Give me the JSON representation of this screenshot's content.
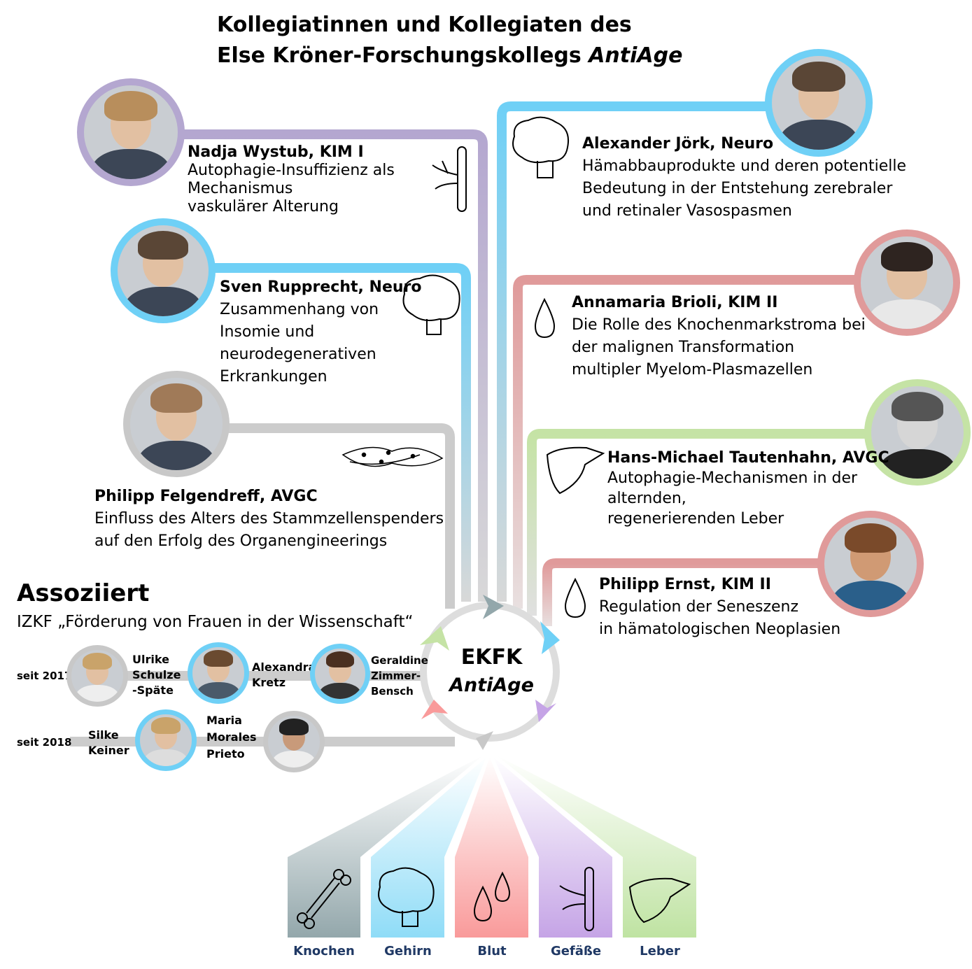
{
  "title": {
    "line1": "Kollegiatinnen und Kollegiaten des",
    "line2_prefix": "Else Kröner-Forschungskollegs ",
    "line2_italic": "AntiAge"
  },
  "colors": {
    "kim1": "#b4a7d0",
    "neuro": "#6fd0f6",
    "avgc": "#c8c8c8",
    "kim2": "#e09a9a",
    "liver": "#c5e3a5",
    "knochen": "#93a7ab",
    "gehirn": "#8fdcf7",
    "blut": "#f99a9a",
    "gefaesse": "#c5a4e6",
    "leber": "#bfe3a2",
    "label": "#1f3864"
  },
  "members": [
    {
      "name": "Nadja Wystub, KIM I",
      "topic": "Autophagie-Insuffizienz als\nMechanismus\nvaskulärer Alterung",
      "icon": "vessel-icon"
    },
    {
      "name": "Sven Rupprecht, Neuro",
      "topic": "Zusammenhang von\nInsomie und\nneurodegenerativen\nErkrankungen",
      "icon": "brain-icon"
    },
    {
      "name": "Philipp Felgendreff, AVGC",
      "topic": "Einfluss des Alters des Stammzellenspenders\nauf den Erfolg des Organengineerings",
      "icon": "cells-icon"
    },
    {
      "name": "Alexander Jörk, Neuro",
      "topic": "Hämabbauprodukte und deren potentielle\nBedeutung in der Entstehung zerebraler\nund retinaler Vasospasmen",
      "icon": "brain-icon"
    },
    {
      "name": "Annamaria Brioli, KIM II",
      "topic": "Die Rolle des Knochenmarkstroma bei\nder malignen Transformation\nmultipler Myelom-Plasmazellen",
      "icon": "drop-icon"
    },
    {
      "name": "Hans-Michael Tautenhahn, AVGC",
      "topic": "Autophagie-Mechanismen in der\nalternden,\nregenerierenden Leber",
      "icon": "liver-icon"
    },
    {
      "name": "Philipp Ernst, KIM II",
      "topic": "Regulation der Seneszenz\nin hämatologischen Neoplasien",
      "icon": "drop-icon"
    }
  ],
  "associated": {
    "heading": "Assoziiert",
    "subtitle": "IZKF „Förderung von Frauen in der Wissenschaft“",
    "rows": [
      {
        "since": "seit 2017",
        "people": [
          "Ulrike\nSchulze\n-Späte",
          "Alexandra\nKretz",
          "Geraldine\nZimmer-\nBensch"
        ]
      },
      {
        "since": "seit 2018",
        "people": [
          "Silke\nKeiner",
          "Maria\nMorales\nPrieto"
        ]
      }
    ]
  },
  "center": {
    "line1": "EKFK",
    "line2": "AntiAge"
  },
  "categories": [
    {
      "label": "Knochen",
      "icon": "bone-icon"
    },
    {
      "label": "Gehirn",
      "icon": "brain-icon"
    },
    {
      "label": "Blut",
      "icon": "drops-icon"
    },
    {
      "label": "Gefäße",
      "icon": "vessel-icon"
    },
    {
      "label": "Leber",
      "icon": "liver-icon"
    }
  ]
}
